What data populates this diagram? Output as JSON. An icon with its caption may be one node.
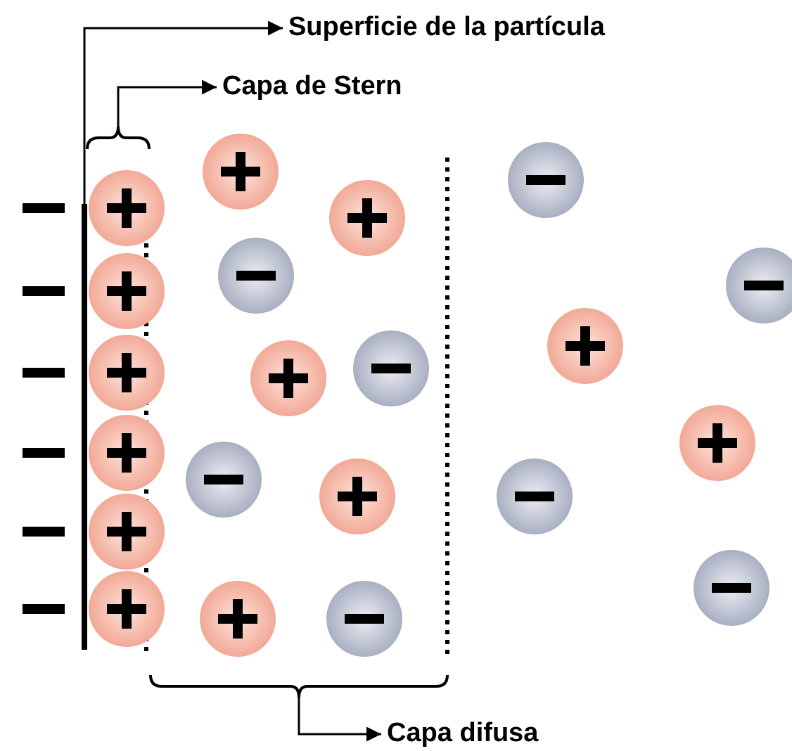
{
  "diagram": {
    "nodes": [
      {
        "text": [
          "Superficie de la partícula"
        ]
      },
      {
        "text": [
          "Capa de Stern"
        ]
      },
      {
        "text": [
          "Capa difusa"
        ]
      },
      {
        "text": [],
        "shape": "bar"
      },
      {
        "text": [],
        "shape": "bracket"
      },
      {
        "text": [],
        "shape": "bracket"
      }
    ],
    "edges": [
      {
        "from": 3,
        "to": 0,
        "arrow": "to"
      },
      {
        "from": 4,
        "to": 1,
        "arrow": "to"
      },
      {
        "from": 5,
        "to": 2,
        "arrow": "to"
      }
    ]
  }
}
